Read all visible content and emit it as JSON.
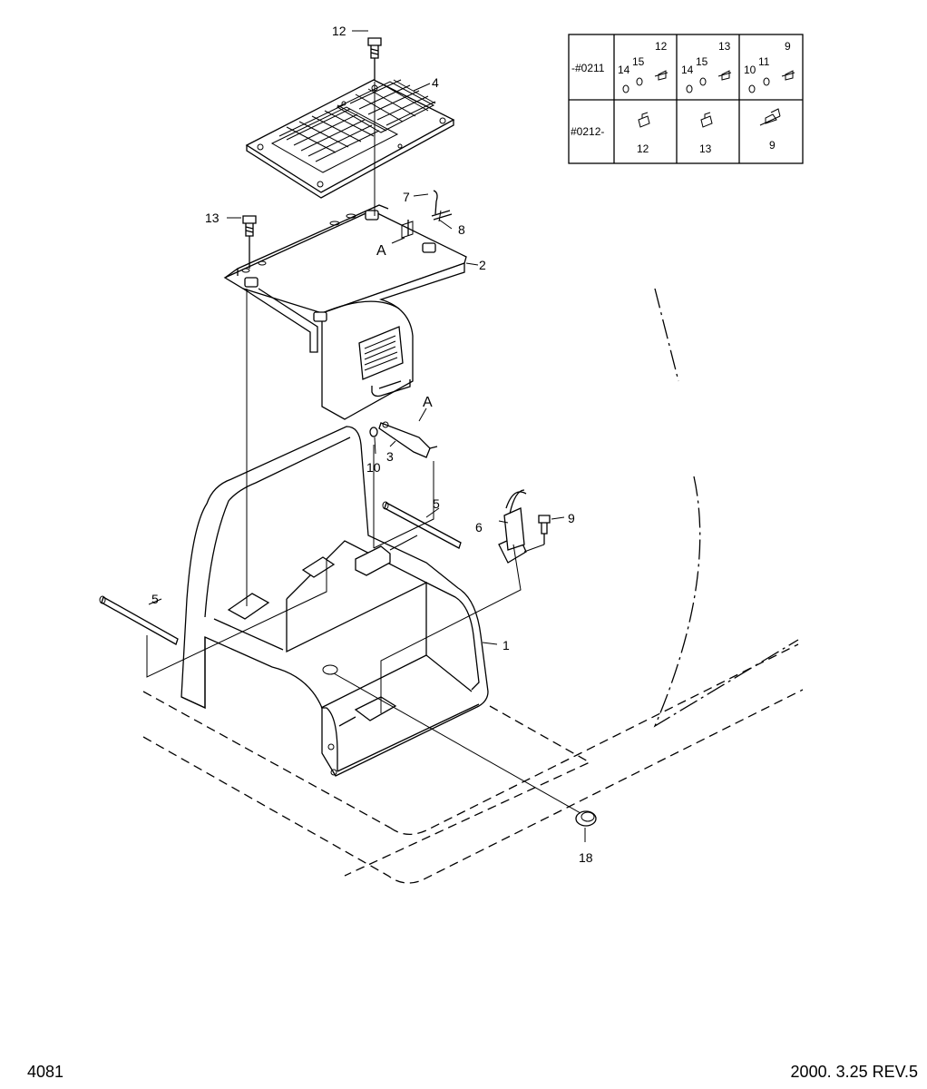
{
  "callouts": {
    "p1": "1",
    "p2": "2",
    "p3": "3",
    "p4": "4",
    "p5a": "5",
    "p5b": "5",
    "p6": "6",
    "p7": "7",
    "p8": "8",
    "p9": "9",
    "p10": "10",
    "p12": "12",
    "p13": "13",
    "p18": "18"
  },
  "view_marks": {
    "a_top": "A",
    "a_bracket": "A"
  },
  "table": {
    "rows": [
      {
        "label": "-#0211",
        "cells": [
          {
            "items": [
              "14",
              "15",
              "12"
            ]
          },
          {
            "items": [
              "14",
              "15",
              "13"
            ]
          },
          {
            "items": [
              "10",
              "11",
              "9"
            ]
          }
        ]
      },
      {
        "label": "#0212-",
        "cells": [
          {
            "items": [
              "12"
            ]
          },
          {
            "items": [
              "13"
            ]
          },
          {
            "items": [
              "9"
            ]
          }
        ]
      }
    ]
  },
  "footer": {
    "drawing_number": "4081",
    "revision": "2000. 3.25 REV.5"
  }
}
